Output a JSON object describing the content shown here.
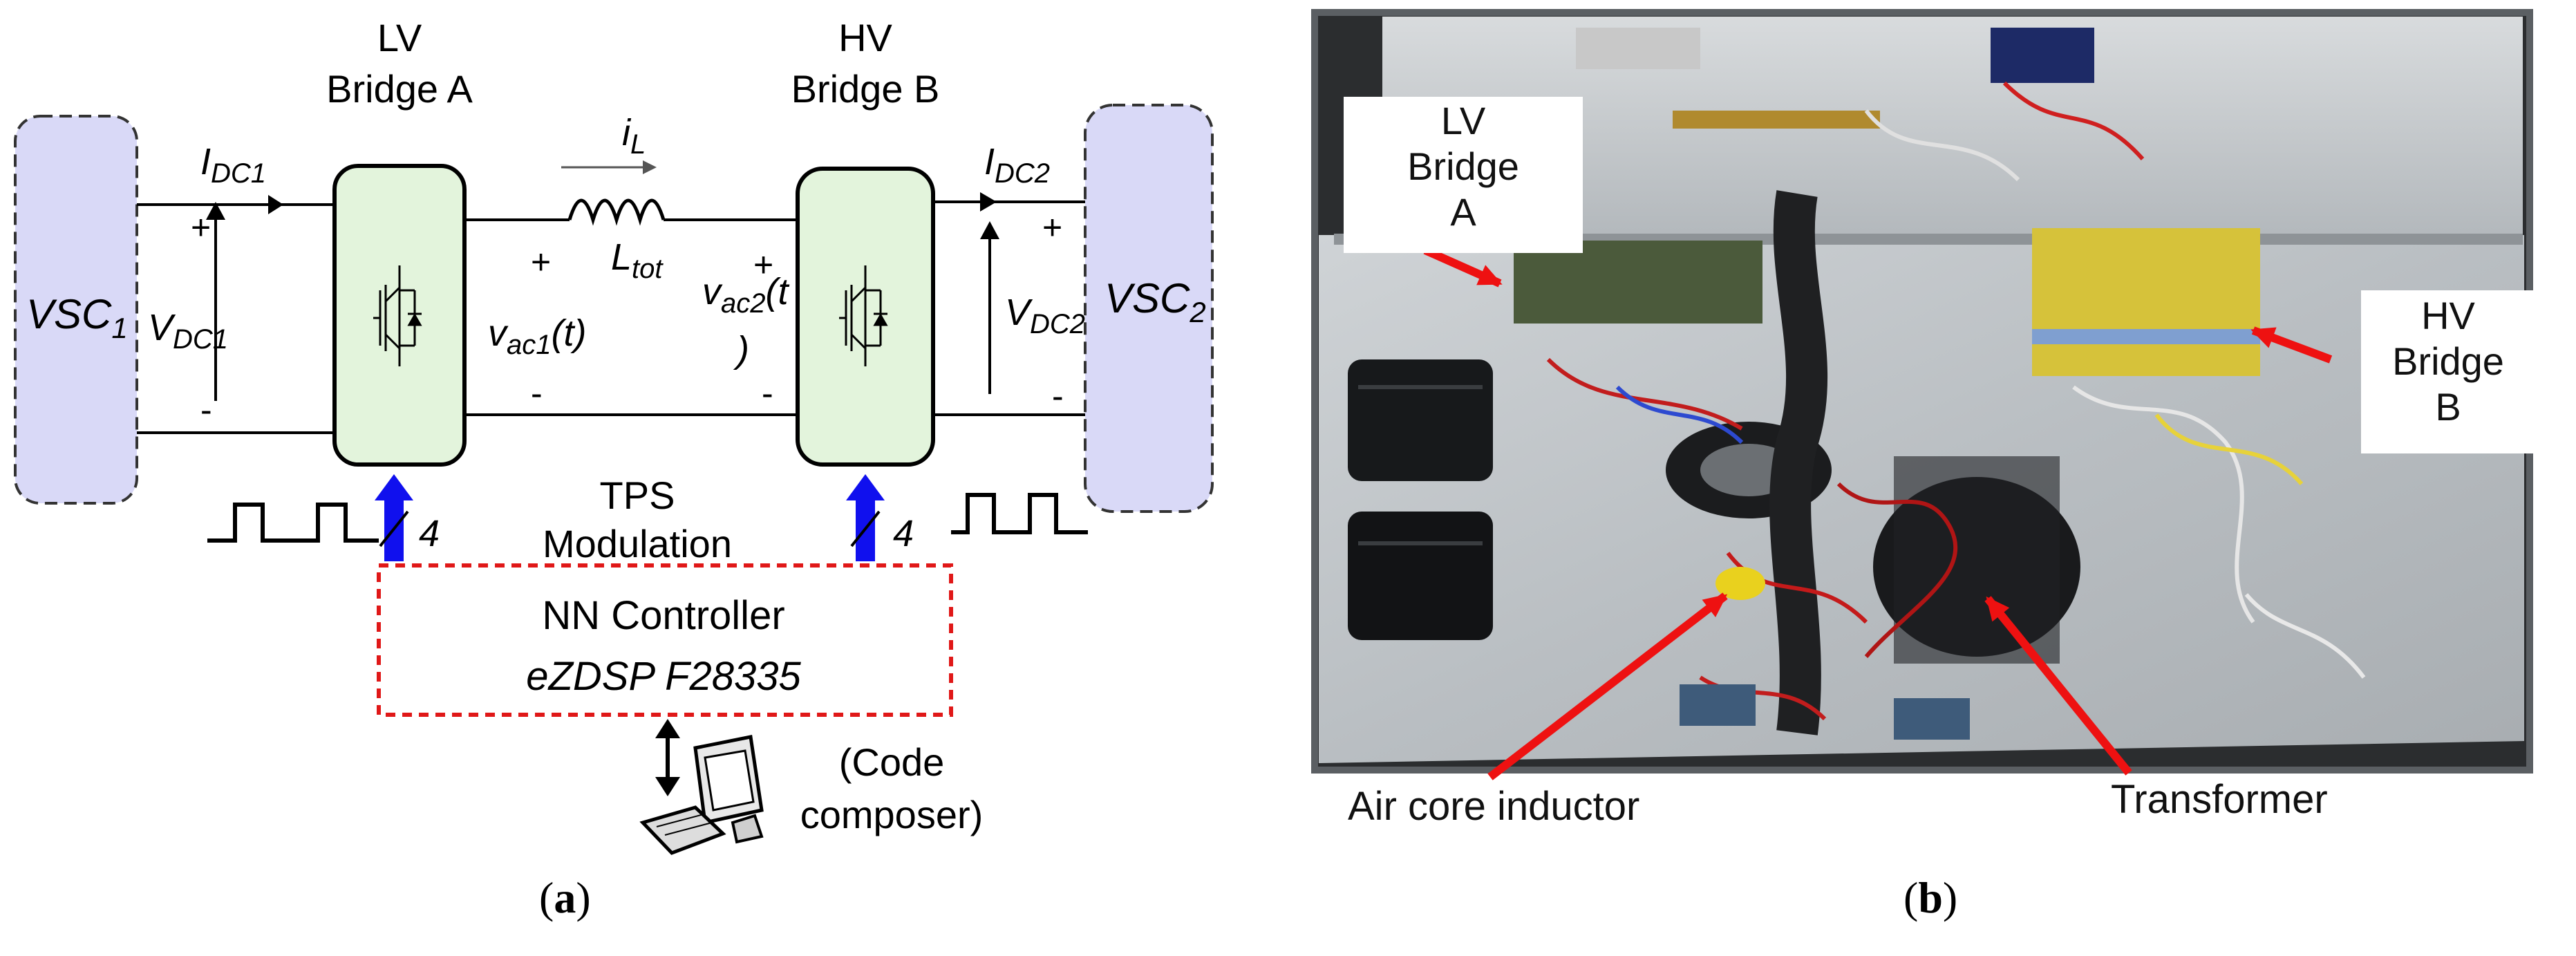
{
  "panel_a": {
    "caption": "(a)",
    "vsc1": "VSC",
    "vsc1_sub": "1",
    "vsc2": "VSC",
    "vsc2_sub": "2",
    "lv_bridge": [
      "LV",
      "Bridge A"
    ],
    "hv_bridge": [
      "HV",
      "Bridge B"
    ],
    "idc1": "I",
    "idc1_sub": "DC1",
    "idc2": "I",
    "idc2_sub": "DC2",
    "vdc1": "V",
    "vdc1_sub": "DC1",
    "vdc2": "V",
    "vdc2_sub": "DC2",
    "il": "i",
    "il_sub": "L",
    "ltot": "L",
    "ltot_sub": "tot",
    "vac1": "v",
    "vac1_sub": "ac1",
    "vac1_tail": "(t)",
    "vac2": "v",
    "vac2_sub": "ac2",
    "vac2_tail": "(t",
    "vac2_wrap": ")",
    "plus": "+",
    "minus": "-",
    "gate_count": "4",
    "tps": [
      "TPS",
      "Modulation"
    ],
    "controller": "NN Controller",
    "dsp": "eZDSP F28335",
    "code": [
      "(Code",
      "composer)"
    ],
    "colors": {
      "vsc_fill": "#d9d9f7",
      "bridge_fill": "#e3f4dc",
      "arrow_blue": "#1010ee",
      "controller_border": "#e01818"
    }
  },
  "panel_b": {
    "caption": "(b)",
    "lv_label": [
      "LV",
      "Bridge",
      "A"
    ],
    "hv_label": [
      "HV",
      "Bridge",
      "B"
    ],
    "air_core": "Air core inductor",
    "transformer": "Transformer",
    "colors": {
      "arrow_red": "#ee1111"
    }
  }
}
